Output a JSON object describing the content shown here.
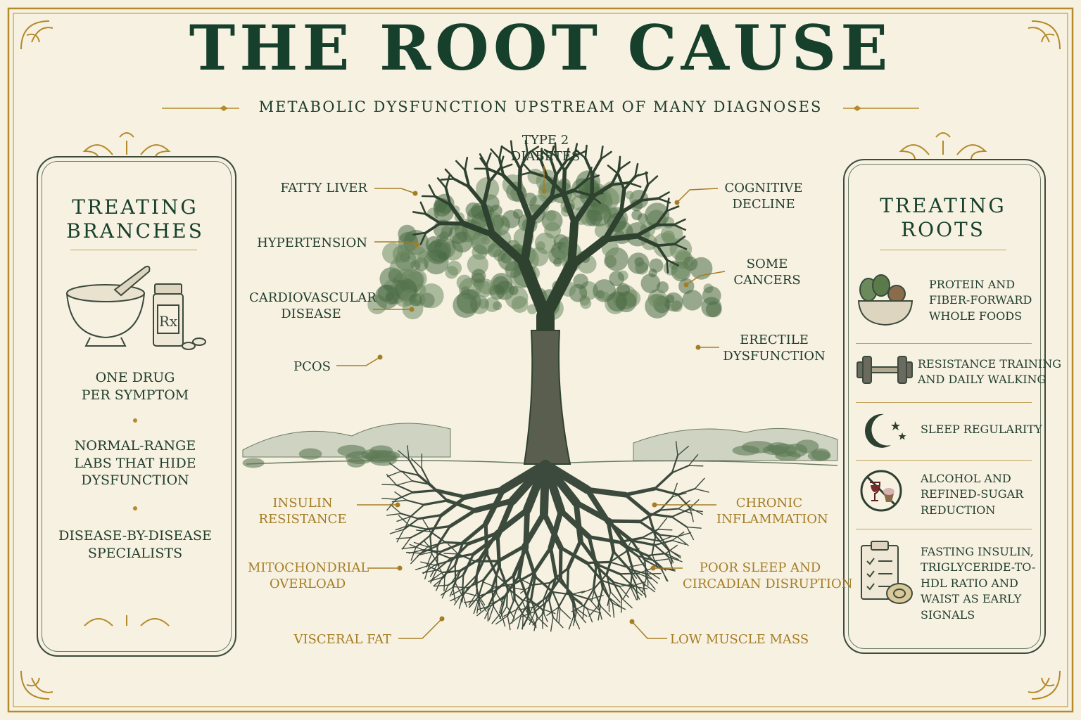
{
  "header": {
    "title": "THE ROOT CAUSE",
    "subtitle": "METABOLIC DYSFUNCTION UPSTREAM OF MANY DIAGNOSES"
  },
  "left_panel": {
    "title_line1": "TREATING",
    "title_line2": "BRANCHES",
    "icon": "mortar-pestle-and-pill-bottle-icon",
    "bottle_label": "Rx",
    "items": [
      {
        "line1": "ONE DRUG",
        "line2": "PER SYMPTOM"
      },
      {
        "line1": "NORMAL-RANGE",
        "line2": "LABS THAT HIDE",
        "line3": "DYSFUNCTION"
      },
      {
        "line1": "DISEASE-BY-DISEASE",
        "line2": "SPECIALISTS"
      }
    ]
  },
  "right_panel": {
    "title_line1": "TREATING",
    "title_line2": "ROOTS",
    "items": [
      {
        "icon": "food-bowl-icon",
        "line1": "PROTEIN AND",
        "line2": "FIBER-FORWARD",
        "line3": "WHOLE FOODS"
      },
      {
        "icon": "dumbbell-icon",
        "line1": "RESISTANCE TRAINING",
        "line2": "AND DAILY WALKING"
      },
      {
        "icon": "moon-stars-icon",
        "line1": "SLEEP REGULARITY"
      },
      {
        "icon": "no-alcohol-sugar-icon",
        "line1": "ALCOHOL AND",
        "line2": "REFINED-SUGAR",
        "line3": "REDUCTION"
      },
      {
        "icon": "clipboard-tape-icon",
        "line1": "FASTING INSULIN,",
        "line2": "TRIGLYCERIDE-TO-",
        "line3": "HDL RATIO AND",
        "line4": "WAIST AS EARLY",
        "line5": "SIGNALS"
      }
    ]
  },
  "branches": {
    "type2": {
      "line1": "TYPE 2",
      "line2": "DIABETES"
    },
    "fatty_liver": {
      "line1": "FATTY LIVER"
    },
    "hypertension": {
      "line1": "HYPERTENSION"
    },
    "cardio": {
      "line1": "CARDIOVASCULAR",
      "line2": "DISEASE"
    },
    "pcos": {
      "line1": "PCOS"
    },
    "cognitive": {
      "line1": "COGNITIVE",
      "line2": "DECLINE"
    },
    "cancers": {
      "line1": "SOME",
      "line2": "CANCERS"
    },
    "ed": {
      "line1": "ERECTILE",
      "line2": "DYSFUNCTION"
    }
  },
  "roots": {
    "insulin": {
      "line1": "INSULIN",
      "line2": "RESISTANCE"
    },
    "mito": {
      "line1": "MITOCHONDRIAL",
      "line2": "OVERLOAD"
    },
    "visceral": {
      "line1": "VISCERAL FAT"
    },
    "inflammation": {
      "line1": "CHRONIC",
      "line2": "INFLAMMATION"
    },
    "sleep": {
      "line1": "POOR SLEEP AND",
      "line2": "CIRCADIAN DISRUPTION"
    },
    "muscle": {
      "line1": "LOW MUSCLE MASS"
    }
  },
  "colors": {
    "green": "#16402b",
    "gold": "#b48a2a",
    "cream": "#f7f1e2",
    "leaf": "#4a6b45"
  }
}
